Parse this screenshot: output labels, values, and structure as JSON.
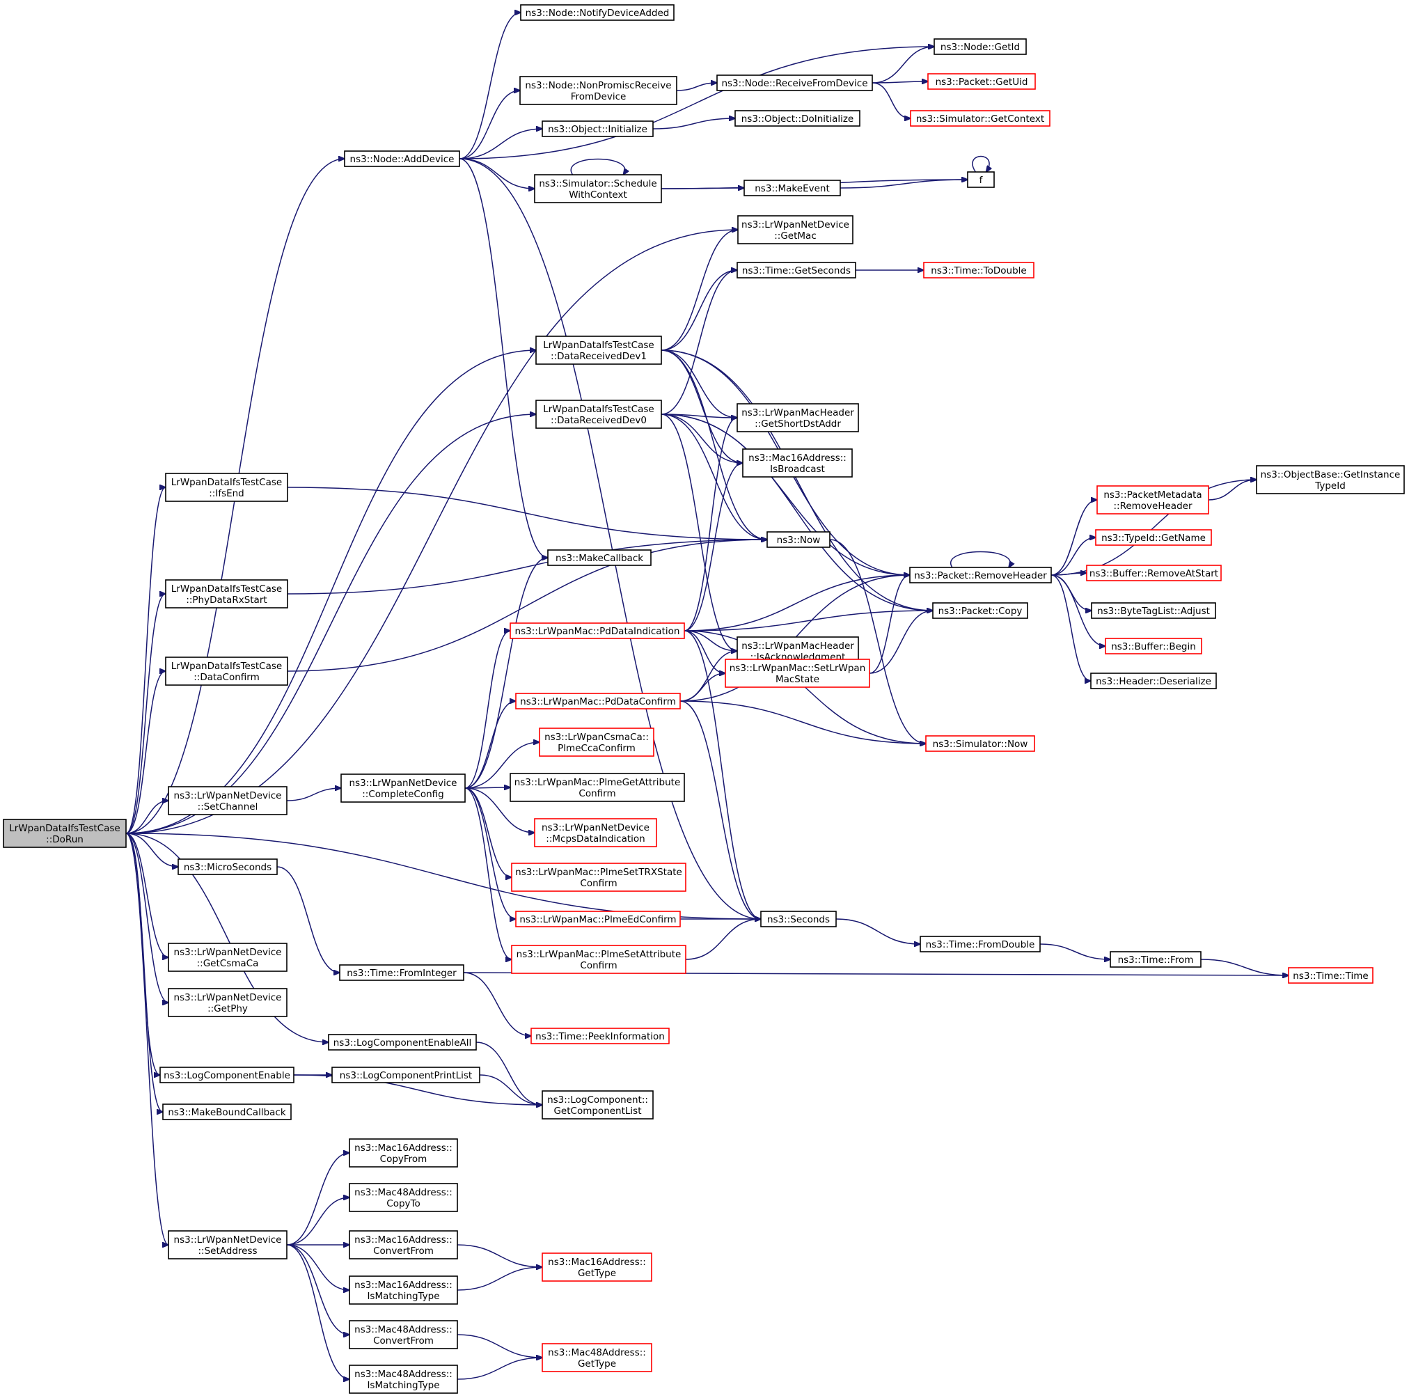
{
  "nodes": [
    {
      "id": "root",
      "label": [
        "LrWpanDataIfsTestCase",
        "::DoRun"
      ]
    },
    {
      "id": "addDevice",
      "label": [
        "ns3::Node::AddDevice"
      ]
    },
    {
      "id": "getMac",
      "label": [
        "ns3::LrWpanNetDevice",
        "::GetMac"
      ]
    },
    {
      "id": "drDev1",
      "label": [
        "LrWpanDataIfsTestCase",
        "::DataReceivedDev1"
      ]
    },
    {
      "id": "drDev0",
      "label": [
        "LrWpanDataIfsTestCase",
        "::DataReceivedDev0"
      ]
    },
    {
      "id": "ifsEnd",
      "label": [
        "LrWpanDataIfsTestCase",
        "::IfsEnd"
      ]
    },
    {
      "id": "phyRx",
      "label": [
        "LrWpanDataIfsTestCase",
        "::PhyDataRxStart"
      ]
    },
    {
      "id": "dataConfirm",
      "label": [
        "LrWpanDataIfsTestCase",
        "::DataConfirm"
      ]
    },
    {
      "id": "setChannel",
      "label": [
        "ns3::LrWpanNetDevice",
        "::SetChannel"
      ]
    },
    {
      "id": "micro",
      "label": [
        "ns3::MicroSeconds"
      ]
    },
    {
      "id": "getCsma",
      "label": [
        "ns3::LrWpanNetDevice",
        "::GetCsmaCa"
      ]
    },
    {
      "id": "getPhy",
      "label": [
        "ns3::LrWpanNetDevice",
        "::GetPhy"
      ]
    },
    {
      "id": "logAll",
      "label": [
        "ns3::LogComponentEnableAll"
      ]
    },
    {
      "id": "logEnable",
      "label": [
        "ns3::LogComponentEnable"
      ]
    },
    {
      "id": "mbc",
      "label": [
        "ns3::MakeBoundCallback"
      ]
    },
    {
      "id": "setAddress",
      "label": [
        "ns3::LrWpanNetDevice",
        "::SetAddress"
      ]
    },
    {
      "id": "notify",
      "label": [
        "ns3::Node::NotifyDeviceAdded"
      ]
    },
    {
      "id": "npr",
      "label": [
        "ns3::Node::NonPromiscReceive",
        "FromDevice"
      ]
    },
    {
      "id": "objInit",
      "label": [
        "ns3::Object::Initialize"
      ]
    },
    {
      "id": "schedCtx",
      "label": [
        "ns3::Simulator::Schedule",
        "WithContext"
      ]
    },
    {
      "id": "makeCb",
      "label": [
        "ns3::MakeCallback"
      ]
    },
    {
      "id": "completeConfig",
      "label": [
        "ns3::LrWpanNetDevice",
        "::CompleteConfig"
      ]
    },
    {
      "id": "fromInteger",
      "label": [
        "ns3::Time::FromInteger"
      ]
    },
    {
      "id": "peekInfo",
      "label": [
        "ns3::Time::PeekInformation"
      ],
      "red": true
    },
    {
      "id": "logPrint",
      "label": [
        "ns3::LogComponentPrintList"
      ]
    },
    {
      "id": "getCompList",
      "label": [
        "ns3::LogComponent::",
        "GetComponentList"
      ]
    },
    {
      "id": "m16CopyFrom",
      "label": [
        "ns3::Mac16Address::",
        "CopyFrom"
      ]
    },
    {
      "id": "m48CopyTo",
      "label": [
        "ns3::Mac48Address::",
        "CopyTo"
      ]
    },
    {
      "id": "m16ConvFrom",
      "label": [
        "ns3::Mac16Address::",
        "ConvertFrom"
      ]
    },
    {
      "id": "m16Match",
      "label": [
        "ns3::Mac16Address::",
        "IsMatchingType"
      ]
    },
    {
      "id": "m48ConvFrom",
      "label": [
        "ns3::Mac48Address::",
        "ConvertFrom"
      ]
    },
    {
      "id": "m48Match",
      "label": [
        "ns3::Mac48Address::",
        "IsMatchingType"
      ]
    },
    {
      "id": "m16GetType",
      "label": [
        "ns3::Mac16Address::",
        "GetType"
      ],
      "red": true
    },
    {
      "id": "m48GetType",
      "label": [
        "ns3::Mac48Address::",
        "GetType"
      ],
      "red": true
    },
    {
      "id": "pdInd",
      "label": [
        "ns3::LrWpanMac::PdDataIndication"
      ],
      "red": true
    },
    {
      "id": "pdConf",
      "label": [
        "ns3::LrWpanMac::PdDataConfirm"
      ],
      "red": true
    },
    {
      "id": "csmaCca",
      "label": [
        "ns3::LrWpanCsmaCa::",
        "PlmeCcaConfirm"
      ],
      "red": true
    },
    {
      "id": "plmeGet",
      "label": [
        "ns3::LrWpanMac::PlmeGetAttribute",
        "Confirm"
      ]
    },
    {
      "id": "mcpsInd",
      "label": [
        "ns3::LrWpanNetDevice",
        "::McpsDataIndication"
      ],
      "red": true
    },
    {
      "id": "plmeTrx",
      "label": [
        "ns3::LrWpanMac::PlmeSetTRXState",
        "Confirm"
      ],
      "red": true
    },
    {
      "id": "plmeEd",
      "label": [
        "ns3::LrWpanMac::PlmeEdConfirm"
      ],
      "red": true
    },
    {
      "id": "plmeSet",
      "label": [
        "ns3::LrWpanMac::PlmeSetAttribute",
        "Confirm"
      ],
      "red": true
    },
    {
      "id": "recvFromDev",
      "label": [
        "ns3::Node::ReceiveFromDevice"
      ]
    },
    {
      "id": "doInit",
      "label": [
        "ns3::Object::DoInitialize"
      ]
    },
    {
      "id": "makeEvent",
      "label": [
        "ns3::MakeEvent"
      ]
    },
    {
      "id": "getSeconds",
      "label": [
        "ns3::Time::GetSeconds"
      ]
    },
    {
      "id": "getShortDst",
      "label": [
        "ns3::LrWpanMacHeader",
        "::GetShortDstAddr"
      ]
    },
    {
      "id": "isBroadcast",
      "label": [
        "ns3::Mac16Address::",
        "IsBroadcast"
      ]
    },
    {
      "id": "now",
      "label": [
        "ns3::Now"
      ]
    },
    {
      "id": "isAck",
      "label": [
        "ns3::LrWpanMacHeader",
        "::IsAcknowledgment"
      ]
    },
    {
      "id": "setMacState",
      "label": [
        "ns3::LrWpanMac::SetLrWpan",
        "MacState"
      ],
      "red": true
    },
    {
      "id": "seconds",
      "label": [
        "ns3::Seconds"
      ]
    },
    {
      "id": "getId",
      "label": [
        "ns3::Node::GetId"
      ]
    },
    {
      "id": "getUid",
      "label": [
        "ns3::Packet::GetUid"
      ],
      "red": true
    },
    {
      "id": "getContext",
      "label": [
        "ns3::Simulator::GetContext"
      ],
      "red": true
    },
    {
      "id": "f",
      "label": [
        "f"
      ]
    },
    {
      "id": "toDouble",
      "label": [
        "ns3::Time::ToDouble"
      ],
      "red": true
    },
    {
      "id": "removeHeader",
      "label": [
        "ns3::Packet::RemoveHeader"
      ]
    },
    {
      "id": "pktCopy",
      "label": [
        "ns3::Packet::Copy"
      ]
    },
    {
      "id": "simNow",
      "label": [
        "ns3::Simulator::Now"
      ],
      "red": true
    },
    {
      "id": "fromDouble",
      "label": [
        "ns3::Time::FromDouble"
      ]
    },
    {
      "id": "timeFrom",
      "label": [
        "ns3::Time::From"
      ]
    },
    {
      "id": "timeTime",
      "label": [
        "ns3::Time::Time"
      ],
      "red": true
    },
    {
      "id": "pmRemove",
      "label": [
        "ns3::PacketMetadata",
        "::RemoveHeader"
      ],
      "red": true
    },
    {
      "id": "objBase",
      "label": [
        "ns3::ObjectBase::GetInstance",
        "TypeId"
      ]
    },
    {
      "id": "typeIdName",
      "label": [
        "ns3::TypeId::GetName"
      ],
      "red": true
    },
    {
      "id": "bufRemove",
      "label": [
        "ns3::Buffer::RemoveAtStart"
      ],
      "red": true
    },
    {
      "id": "btlAdjust",
      "label": [
        "ns3::ByteTagList::Adjust"
      ]
    },
    {
      "id": "bufBegin",
      "label": [
        "ns3::Buffer::Begin"
      ],
      "red": true
    },
    {
      "id": "hdrDeser",
      "label": [
        "ns3::Header::Deserialize"
      ]
    }
  ]
}
